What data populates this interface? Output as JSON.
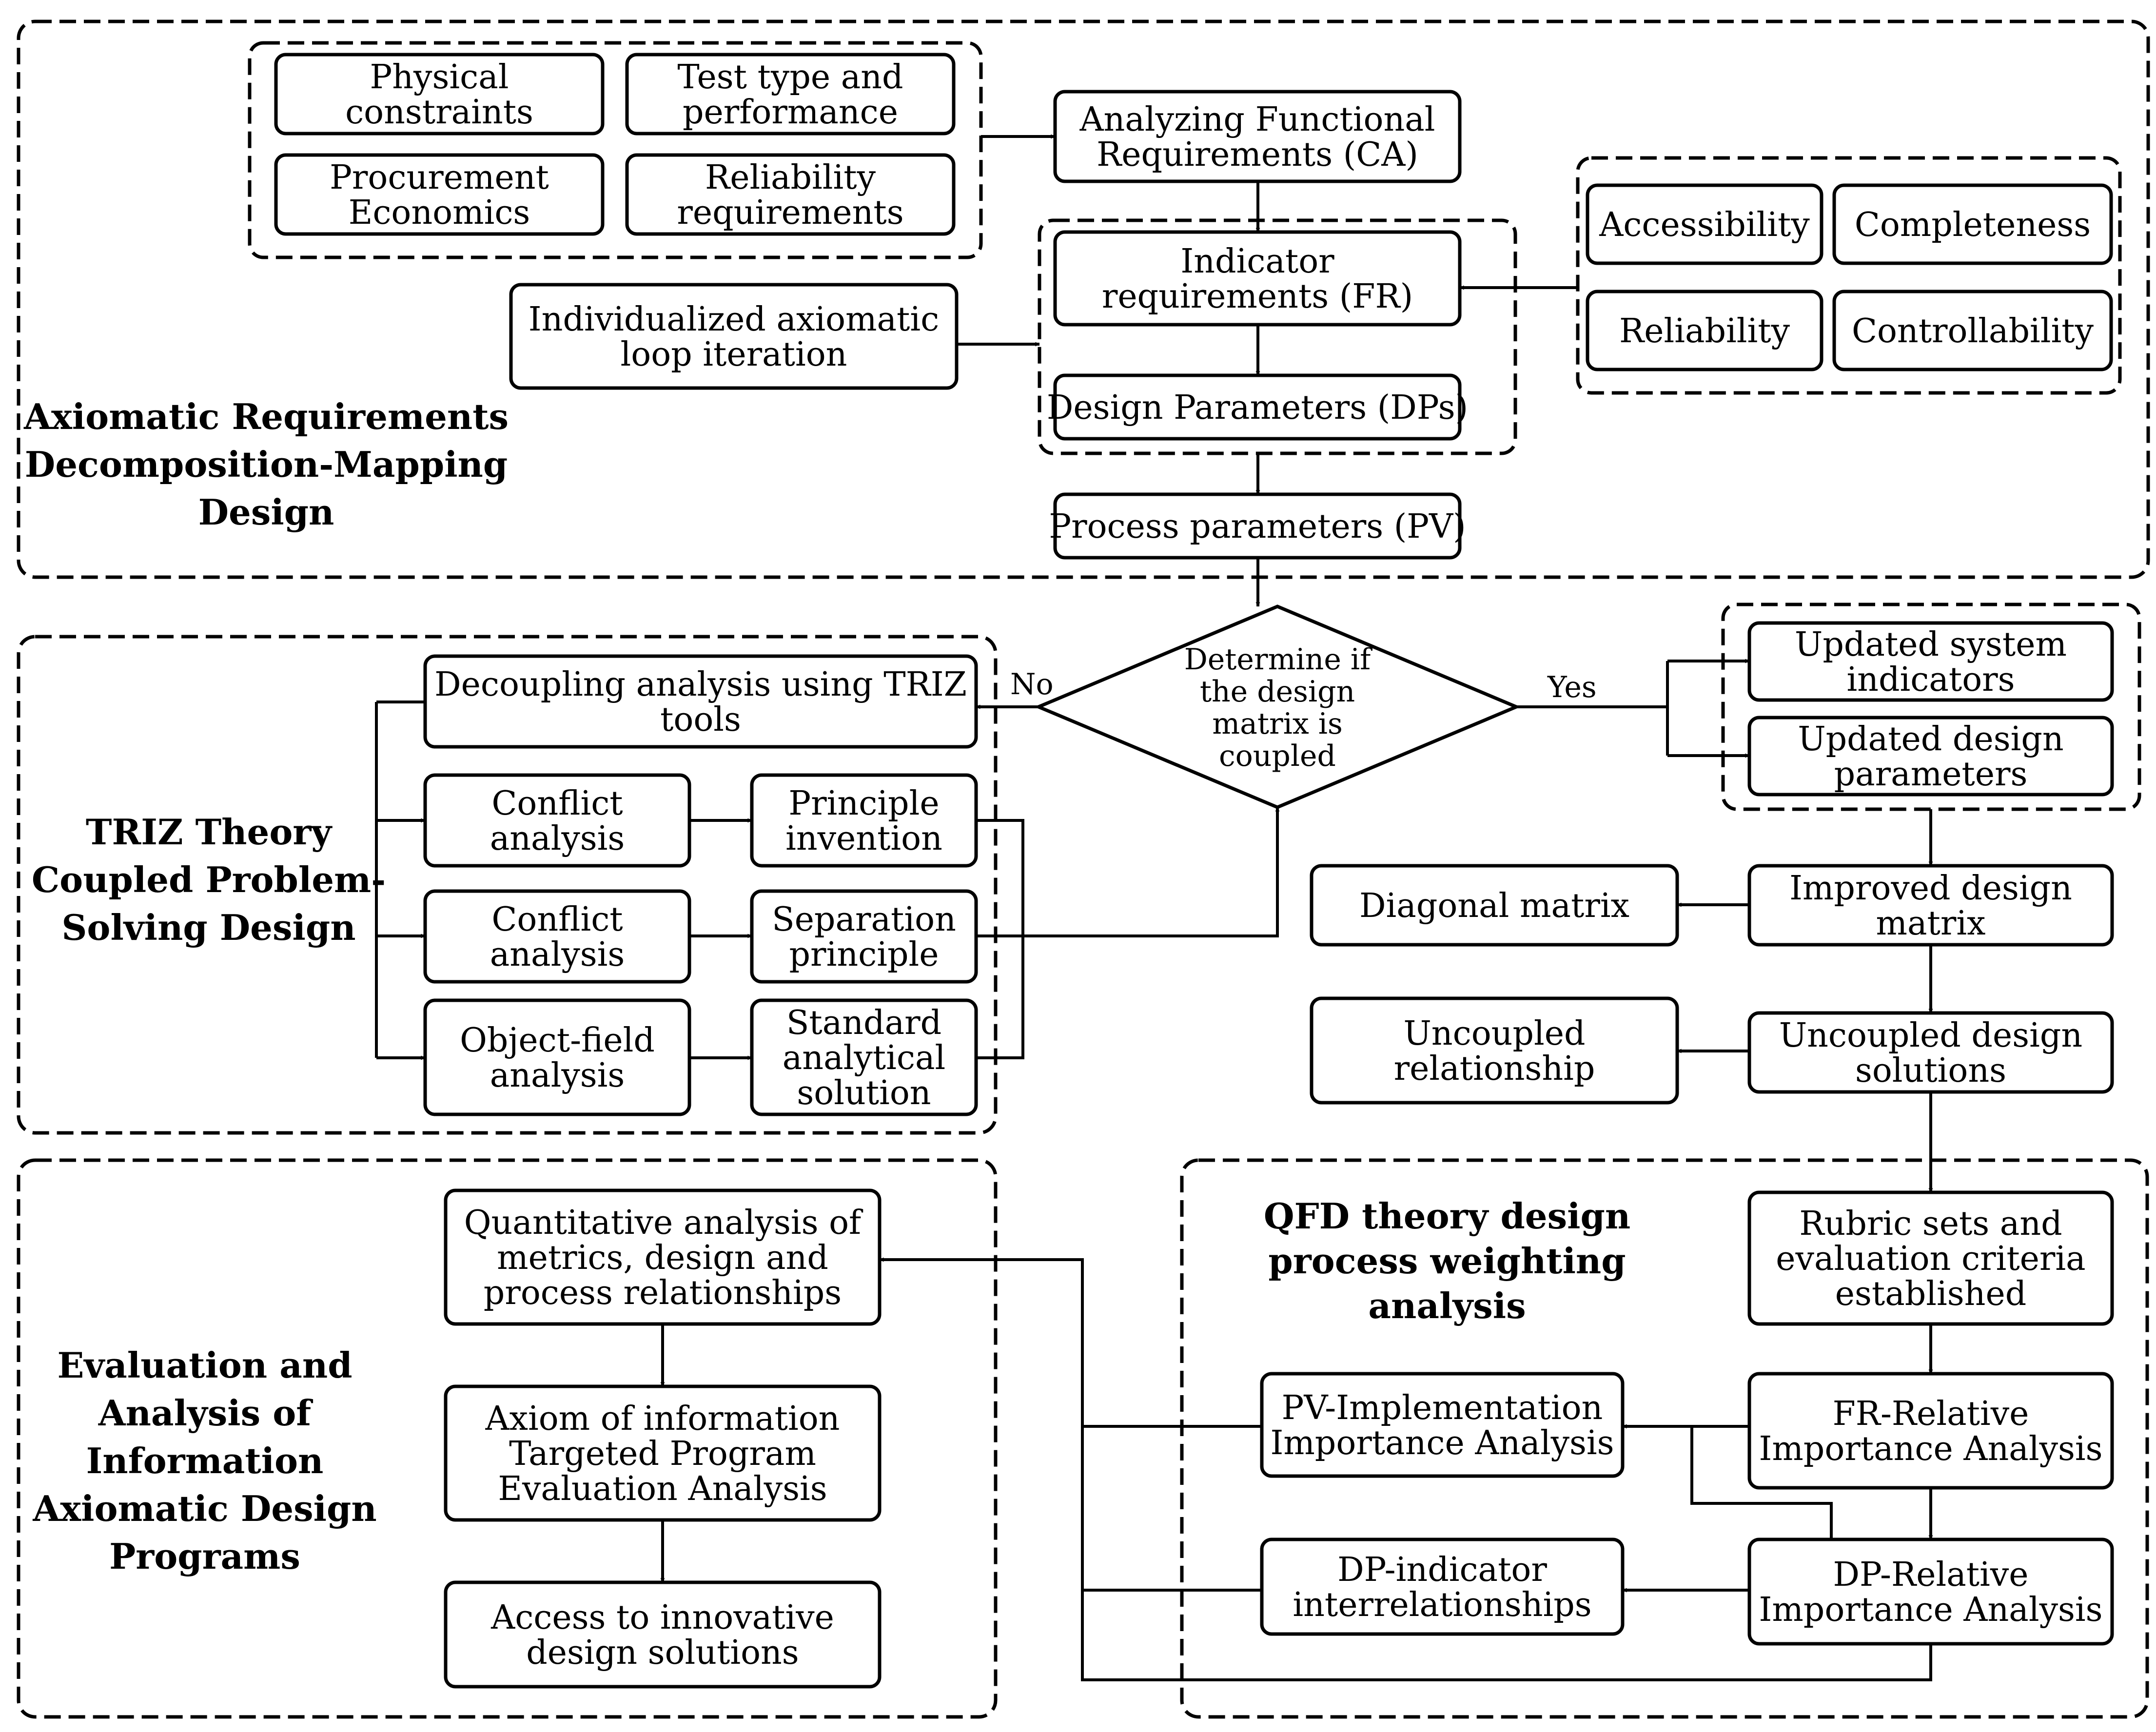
{
  "sections": {
    "axiomatic": [
      "Axiomatic Requirements",
      "Decomposition-Mapping",
      "Design"
    ],
    "triz": [
      "TRIZ Theory",
      "Coupled Problem-",
      "Solving Design"
    ],
    "evaluation": [
      "Evaluation and",
      "Analysis of",
      "Information",
      "Axiomatic Design",
      "Programs"
    ],
    "qfd": [
      "QFD theory design",
      "process weighting",
      "analysis"
    ]
  },
  "nodes": {
    "physical": [
      "Physical",
      "constraints"
    ],
    "test_type": [
      "Test type and",
      "performance"
    ],
    "procurement": [
      "Procurement",
      "Economics"
    ],
    "reliability_req": [
      "Reliability",
      "requirements"
    ],
    "analyzing": [
      "Analyzing Functional",
      "Requirements (CA)"
    ],
    "indicator": [
      "Indicator",
      "requirements (FR)"
    ],
    "design_params": [
      "Design Parameters (DPs)"
    ],
    "individualized": [
      "Individualized axiomatic",
      "loop iteration"
    ],
    "accessibility": [
      "Accessibility"
    ],
    "completeness": [
      "Completeness"
    ],
    "reliability": [
      "Reliability"
    ],
    "controllability": [
      "Controllability"
    ],
    "process_params": [
      "Process parameters (PV)"
    ],
    "decision": [
      "Determine if",
      "the design",
      "matrix is",
      "coupled"
    ],
    "decoupling": [
      "Decoupling analysis using TRIZ",
      "tools"
    ],
    "conflict1": [
      "Conflict",
      "analysis"
    ],
    "principle_invention": [
      "Principle",
      "invention"
    ],
    "conflict2": [
      "Conflict",
      "analysis"
    ],
    "separation": [
      "Separation",
      "principle"
    ],
    "object_field": [
      "Object-field",
      "analysis"
    ],
    "standard": [
      "Standard",
      "analytical",
      "solution"
    ],
    "updated_indicators": [
      "Updated system",
      "indicators"
    ],
    "updated_params": [
      "Updated design",
      "parameters"
    ],
    "improved_matrix": [
      "Improved design",
      "matrix"
    ],
    "diagonal": [
      "Diagonal matrix"
    ],
    "uncoupled_solutions": [
      "Uncoupled design",
      "solutions"
    ],
    "uncoupled_rel": [
      "Uncoupled",
      "relationship"
    ],
    "rubric": [
      "Rubric sets and",
      "evaluation criteria",
      "established"
    ],
    "fr_relative": [
      "FR-Relative",
      "Importance Analysis"
    ],
    "pv_implementation": [
      "PV-Implementation",
      "Importance Analysis"
    ],
    "dp_relative": [
      "DP-Relative",
      "Importance Analysis"
    ],
    "dp_indicator": [
      "DP-indicator",
      "interrelationships"
    ],
    "quantitative": [
      "Quantitative analysis of",
      "metrics, design and",
      "process relationships"
    ],
    "axiom_info": [
      "Axiom of information",
      "Targeted Program",
      "Evaluation Analysis"
    ],
    "access": [
      "Access to innovative",
      "design solutions"
    ]
  },
  "edge_labels": {
    "no": "No",
    "yes": "Yes"
  }
}
